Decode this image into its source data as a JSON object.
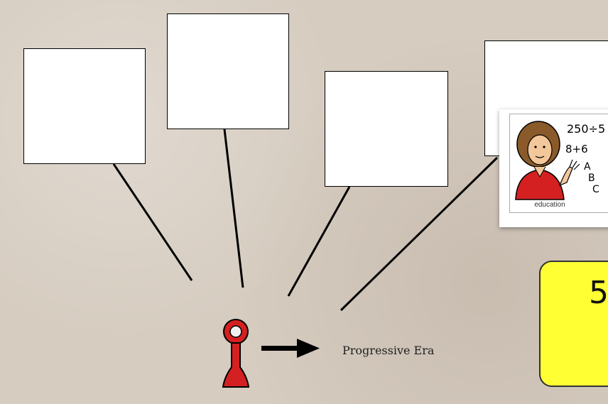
{
  "diagram": {
    "central_label": "Progressive Era",
    "icon_names": [
      "person-marker-icon",
      "right-arrow-icon"
    ],
    "marker_color": "#d42020"
  },
  "education_card": {
    "label": "education",
    "math_lines": [
      "250÷5",
      "8+6",
      "A",
      "B",
      "C"
    ]
  },
  "callout": {
    "text": "5",
    "color": "#ffff33"
  }
}
